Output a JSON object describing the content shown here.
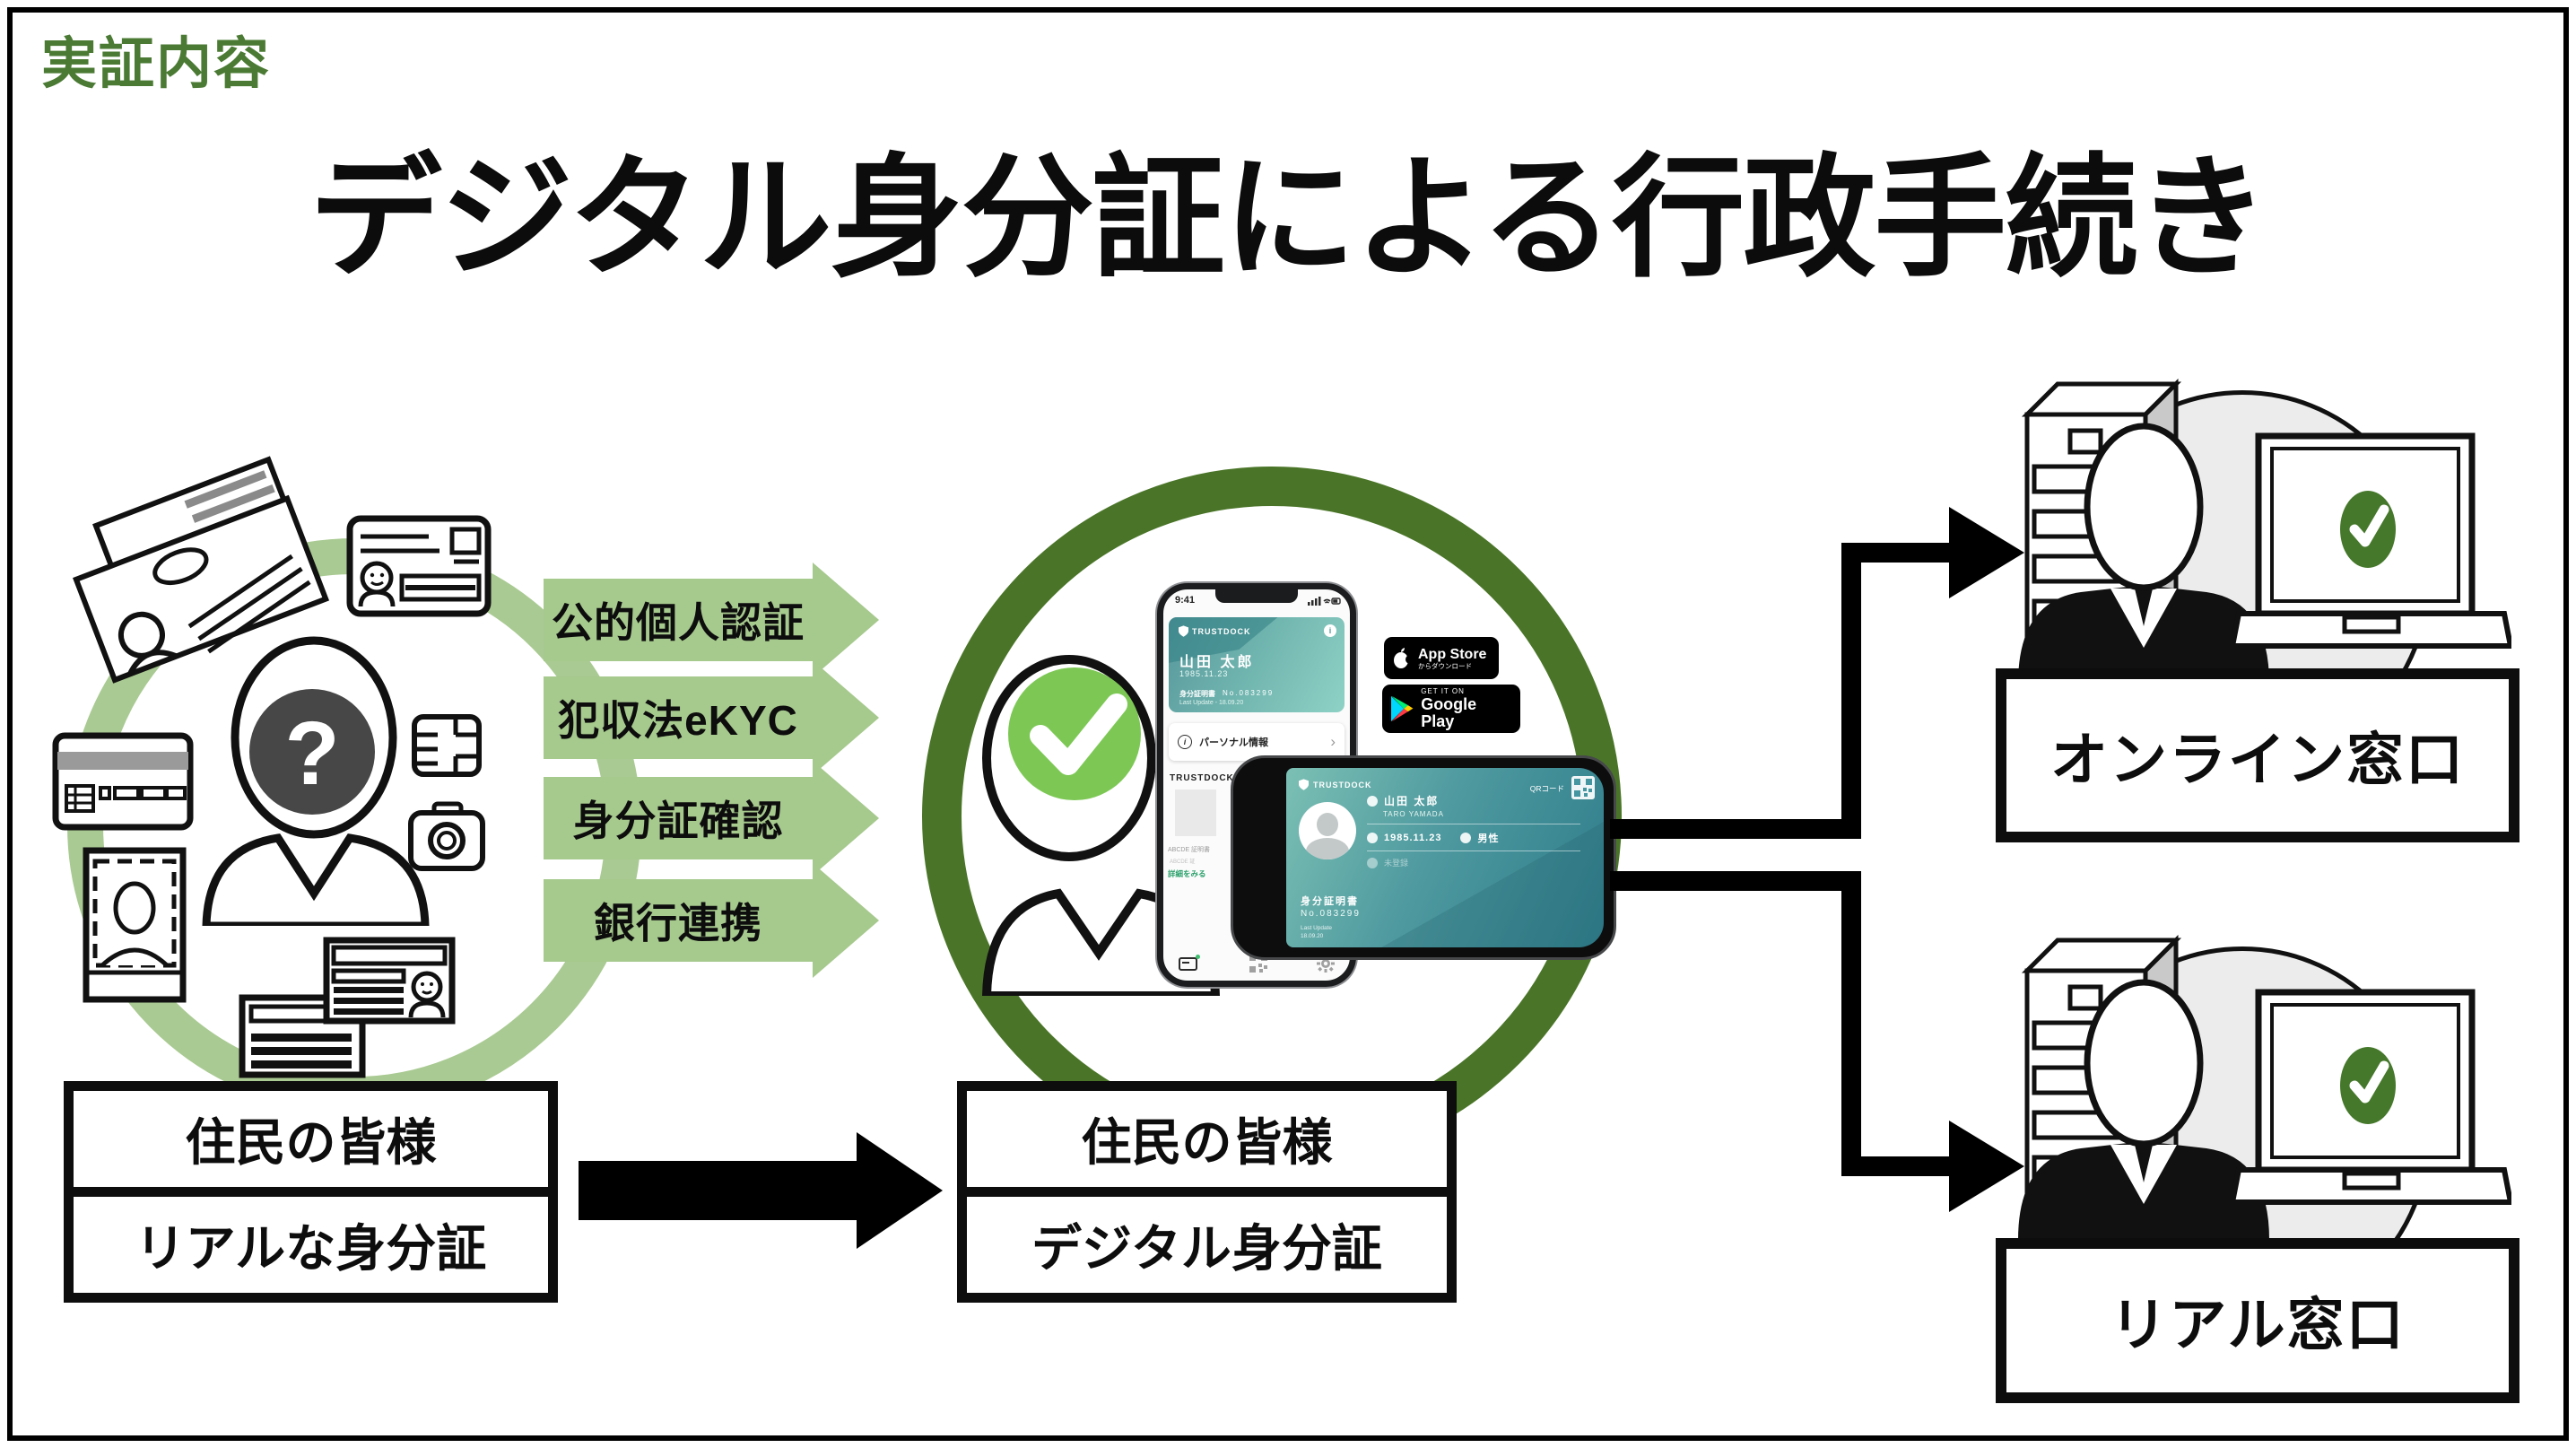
{
  "header": {
    "tag": "実証内容",
    "title": "デジタル身分証による行政手続き"
  },
  "funnel": {
    "arrows": [
      {
        "label": "公的個人認証"
      },
      {
        "label": "犯収法eKYC"
      },
      {
        "label": "身分証確認"
      },
      {
        "label": "銀行連携"
      }
    ]
  },
  "left_box": {
    "row1": "住民の皆様",
    "row2": "リアルな身分証"
  },
  "center_box": {
    "row1": "住民の皆様",
    "row2": "デジタル身分証"
  },
  "right": {
    "online_label": "オンライン窓口",
    "real_label": "リアル窓口"
  },
  "store_badges": {
    "app_store": {
      "line1": "App Store",
      "line2": "からダウンロード"
    },
    "google_play": {
      "line1": "GET IT ON",
      "line2": "Google Play"
    }
  },
  "phone_vertical": {
    "status_time": "9:41",
    "brand": "TRUSTDOCK",
    "name": "山田 太郎",
    "birth": "1985.11.23",
    "doc_label": "身分証明書",
    "doc_no": "No.083299",
    "last_update": "Last Update - 18.09.20",
    "personal_info": "パーソナル情報",
    "section_brand": "TRUSTDOCK",
    "cert_line1": "ABCDE 証明書",
    "cert_line2": "ABCDE 証",
    "details_link": "詳細をみる"
  },
  "phone_horizontal": {
    "brand": "TRUSTDOCK",
    "qr_label": "QRコード",
    "name": "山田 太郎",
    "name_en": "TARO YAMADA",
    "birth": "1985.11.23",
    "gender": "男性",
    "address_status": "未登録",
    "doc_label": "身分証明書",
    "doc_no": "No.083299",
    "last_update_label": "Last Update",
    "last_update_date": "18.09.20"
  },
  "glyphs": {
    "question_mark": "?",
    "chevron": "›",
    "info": "i"
  },
  "colors": {
    "accent_dark_green": "#4a7528",
    "accent_light_green": "#a6c98d",
    "check_green": "#7dc855",
    "laptop_check_green": "#45782b",
    "teal_screen": "#4f9aa0",
    "tag_green": "#4a7a33"
  }
}
